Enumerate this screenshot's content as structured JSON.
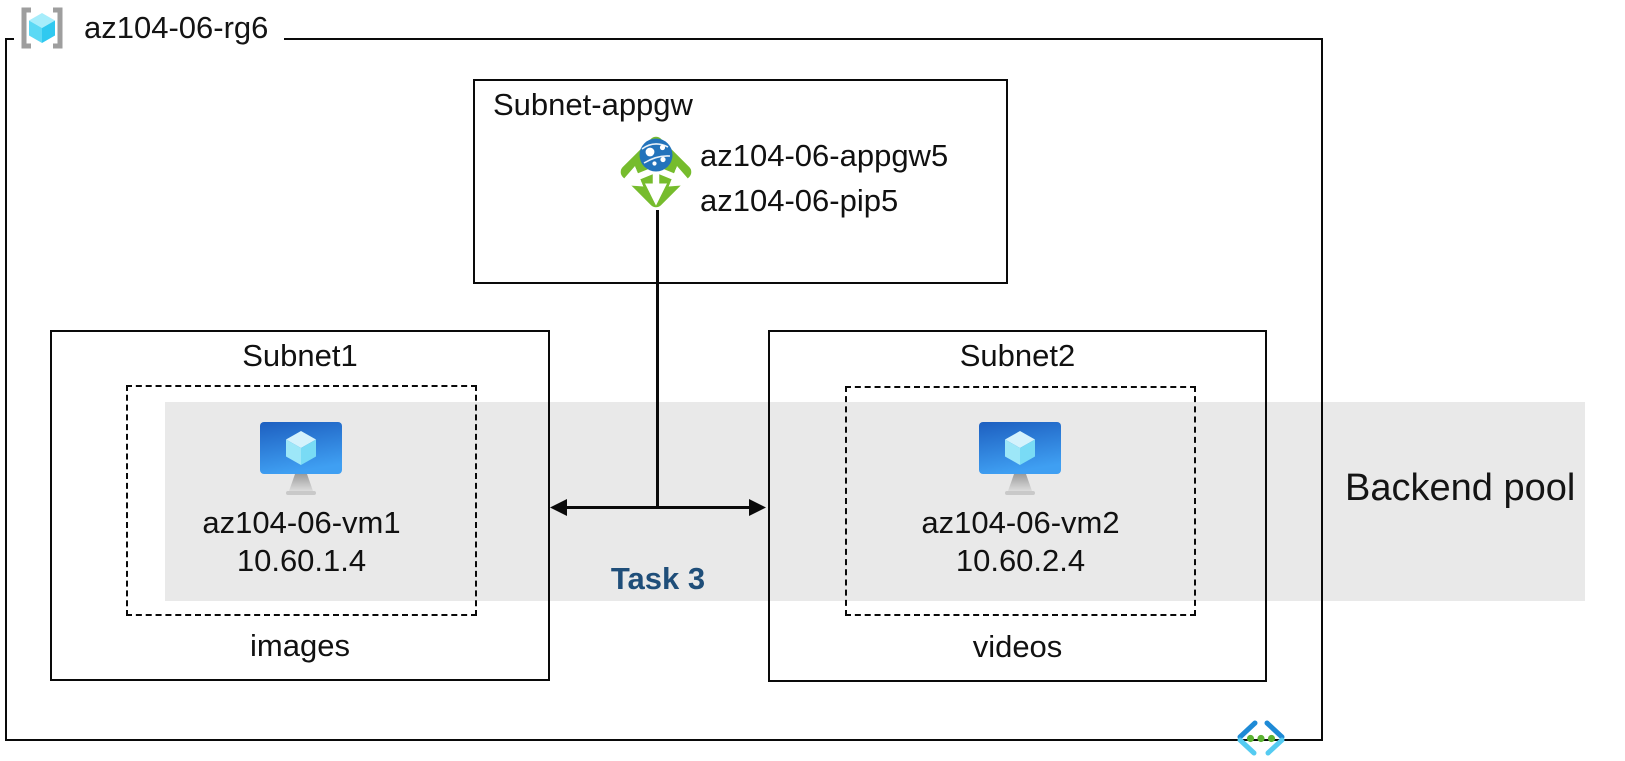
{
  "resource_group": {
    "name": "az104-06-rg6"
  },
  "appgw_subnet": {
    "title": "Subnet-appgw",
    "gateway_name": "az104-06-appgw5",
    "public_ip_name": "az104-06-pip5"
  },
  "subnet1": {
    "title": "Subnet1",
    "vm_name": "az104-06-vm1",
    "vm_ip": "10.60.1.4",
    "app_name": "images"
  },
  "subnet2": {
    "title": "Subnet2",
    "vm_name": "az104-06-vm2",
    "vm_ip": "10.60.2.4",
    "app_name": "videos"
  },
  "annotations": {
    "task": "Task 3",
    "backend_pool": "Backend pool"
  },
  "icons": {
    "resource_group": "resource-group-icon",
    "application_gateway": "application-gateway-icon",
    "virtual_machine": "vm-icon",
    "virtual_network": "virtual-network-icon"
  },
  "colors": {
    "backend_pool_band": "#e9e9e9",
    "task_text": "#1f4e79",
    "appgw_green": "#76bc2d",
    "globe_blue": "#2373bb",
    "vm_screen_blue": "#2b7fd4",
    "cube_cyan": "#50d8f4",
    "vnet_dark_blue": "#1e8ad6",
    "vnet_light_cyan": "#55cbf1",
    "vnet_green_dots": "#5cb232",
    "rg_bracket_gray": "#9e9e9e",
    "line_black": "#0a0a0a"
  }
}
